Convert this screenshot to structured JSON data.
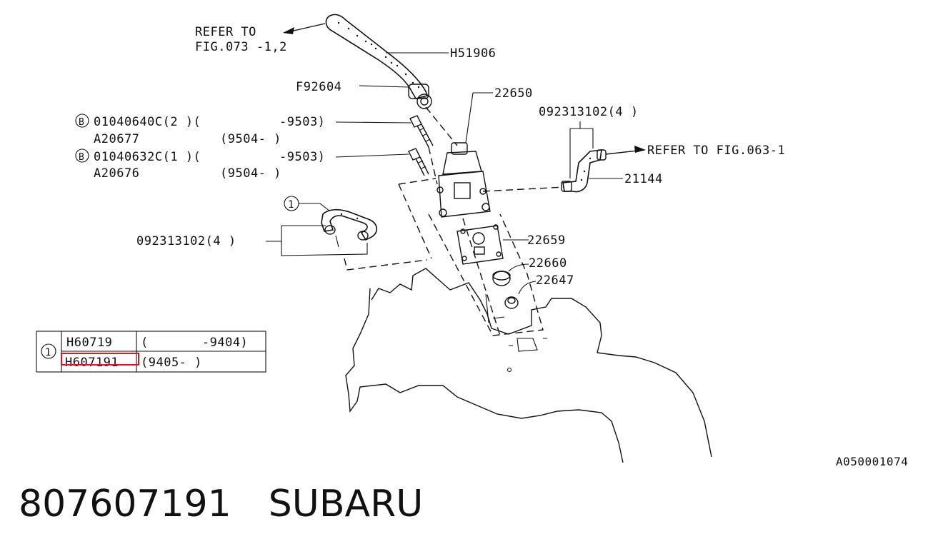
{
  "diagram": {
    "refer_top_line1": "REFER TO",
    "refer_top_line2": "FIG.073 -1,2",
    "refer_right": "REFER TO FIG.063-1",
    "callouts": {
      "h51906": "H51906",
      "f92604": "F92604",
      "p22650": "22650",
      "p092313102_right": "092313102(4 )",
      "p21144": "21144",
      "p22659": "22659",
      "p22660": "22660",
      "p22647": "22647",
      "p092313102_left": "092313102(4 )",
      "bolt1_code": "01040640C(2 )(",
      "bolt1_range": "-9503)",
      "bolt1_alt": "A20677",
      "bolt1_alt_range": "(9504-        )",
      "bolt2_code": "01040632C(1 )(",
      "bolt2_range": "-9503)",
      "bolt2_alt": "A20676",
      "bolt2_alt_range": "(9504-        )",
      "marker_b": "B",
      "marker_1": "1"
    },
    "figure_id": "A050001074",
    "table": {
      "marker": "1",
      "rows": [
        {
          "part": "H60719",
          "range": "(       -9404)"
        },
        {
          "part": "H607191",
          "range": "(9405-        )",
          "highlighted": true
        }
      ],
      "highlight_color": "#e0141e"
    }
  },
  "caption": {
    "part_number": "807607191",
    "brand": "SUBARU"
  }
}
